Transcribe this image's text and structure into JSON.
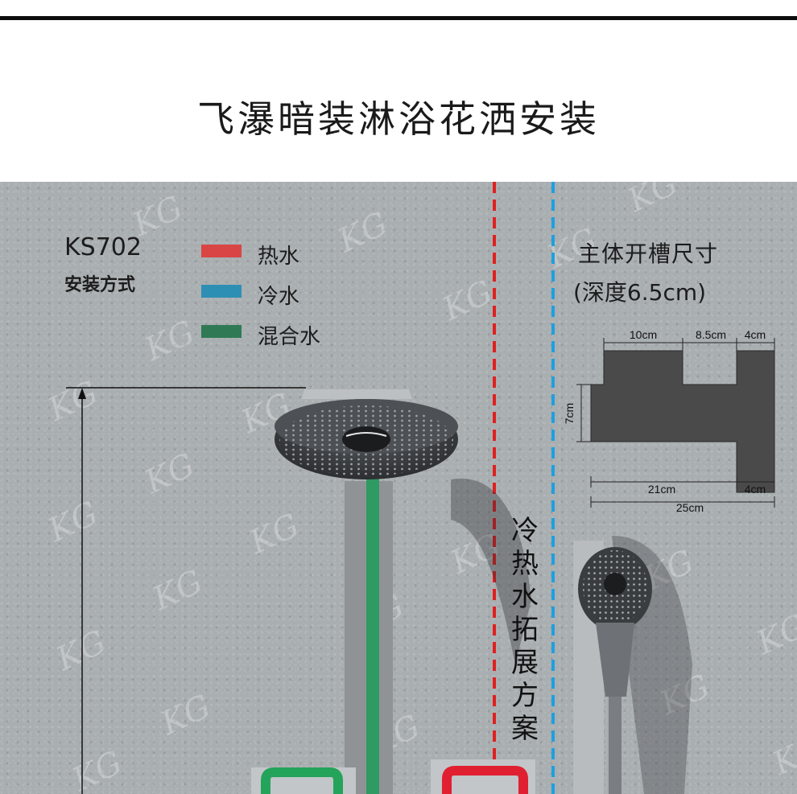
{
  "title": "飞瀑暗装淋浴花洒安装",
  "watermark": "KG",
  "model": "KS702",
  "install_label": "安装方式",
  "legend": [
    {
      "label": "热水",
      "color": "#d94545"
    },
    {
      "label": "冷水",
      "color": "#2e8fb5"
    },
    {
      "label": "混合水",
      "color": "#2f7a55"
    }
  ],
  "slot": {
    "title": "主体开槽尺寸",
    "depth": "(深度6.5cm)",
    "dims": {
      "top_a": "10cm",
      "top_b": "8.5cm",
      "top_c": "4cm",
      "left": "7cm",
      "bottom_a": "21cm",
      "bottom_b": "4cm",
      "total": "25cm"
    }
  },
  "extension_label": "冷热水拓展方案",
  "colors": {
    "hot": "#e02020",
    "cold": "#1ea0e0",
    "mixed": "#2f9a62",
    "slot_fill": "#4a4a4a"
  }
}
